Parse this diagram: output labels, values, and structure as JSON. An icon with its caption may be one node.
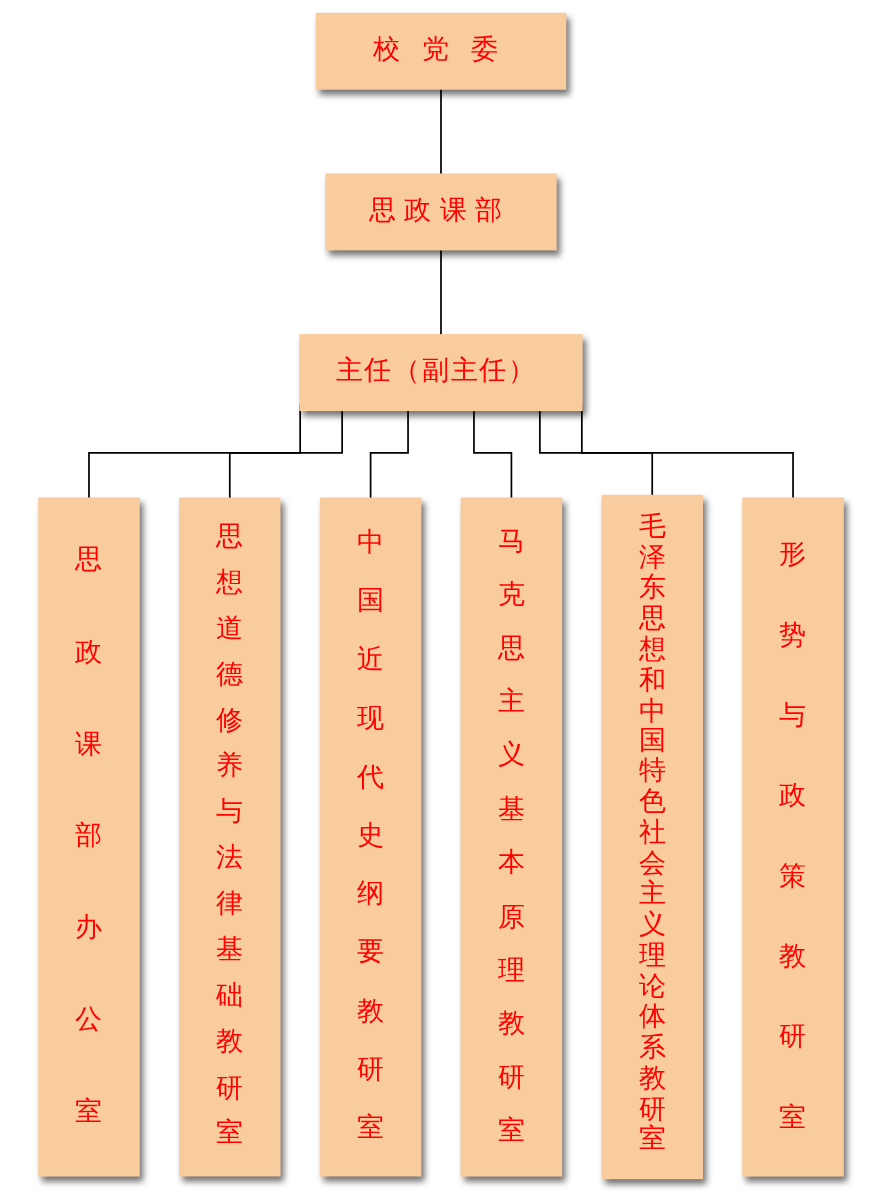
{
  "diagram": {
    "nodes": [
      {
        "text": [
          "校党委"
        ]
      },
      {
        "text": [
          "思政课部"
        ]
      },
      {
        "text": [
          "主任（副主任）"
        ]
      },
      {
        "text": [
          "思政课部办公室"
        ]
      },
      {
        "text": [
          "思想道德修养与法律基础教研室"
        ]
      },
      {
        "text": [
          "中国近现代史纲要教研室"
        ]
      },
      {
        "text": [
          "马克思主义基本原理教研室"
        ]
      },
      {
        "text": [
          "毛泽东思想和中国特色社会主义理论体系教研室"
        ]
      },
      {
        "text": [
          "形势与政策教研室"
        ]
      }
    ],
    "edges": [
      {
        "from": 0,
        "to": 1,
        "arrow": "none"
      },
      {
        "from": 1,
        "to": 2,
        "arrow": "none"
      },
      {
        "from": 2,
        "to": 3,
        "arrow": "none"
      },
      {
        "from": 2,
        "to": 4,
        "arrow": "none"
      },
      {
        "from": 2,
        "to": 5,
        "arrow": "none"
      },
      {
        "from": 2,
        "to": 6,
        "arrow": "none"
      },
      {
        "from": 2,
        "to": 7,
        "arrow": "none"
      },
      {
        "from": 2,
        "to": 8,
        "arrow": "none"
      }
    ]
  }
}
